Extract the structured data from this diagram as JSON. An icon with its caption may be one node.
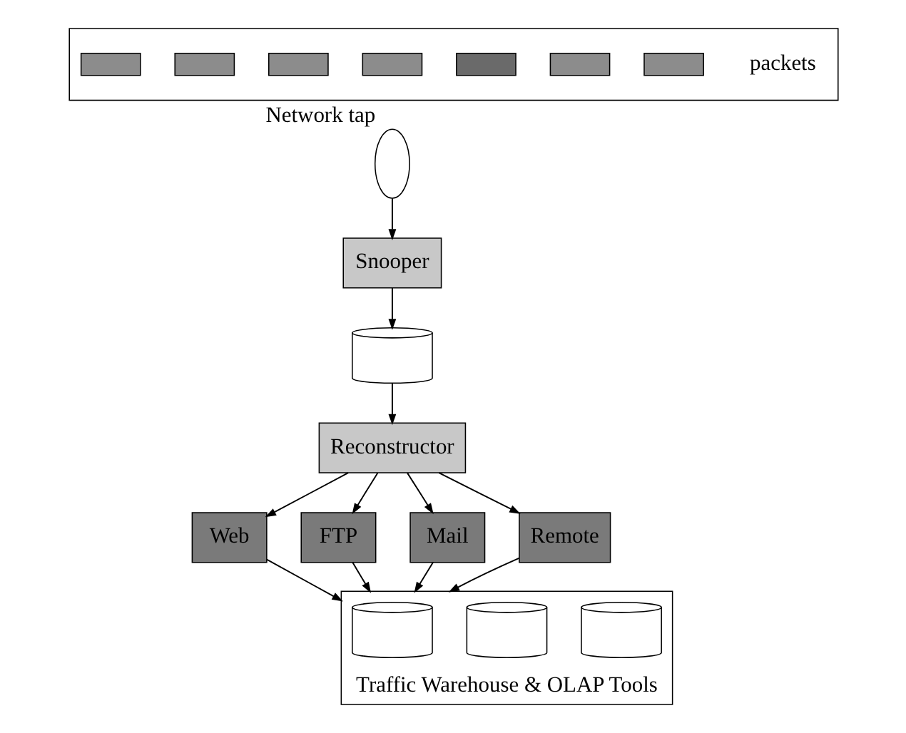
{
  "diagram": {
    "nodes": [
      {
        "text": [],
        "shape": "band",
        "beside": [
          "packets"
        ]
      },
      {
        "text": [],
        "shape": "box",
        "in": 0
      },
      {
        "text": [],
        "shape": "box",
        "in": 0
      },
      {
        "text": [],
        "shape": "box",
        "in": 0
      },
      {
        "text": [],
        "shape": "box",
        "in": 0
      },
      {
        "text": [],
        "shape": "box",
        "in": 0
      },
      {
        "text": [],
        "shape": "box",
        "in": 0
      },
      {
        "text": [],
        "shape": "box",
        "in": 0
      },
      {
        "text": [],
        "shape": "ellipse",
        "beside": [
          "Network tap"
        ]
      },
      {
        "text": [
          "Snooper"
        ]
      },
      {
        "text": [],
        "shape": "cylinder"
      },
      {
        "text": [
          "Reconstructor"
        ]
      },
      {
        "text": [
          "Web"
        ]
      },
      {
        "text": [
          "FTP"
        ]
      },
      {
        "text": [
          "Mail"
        ]
      },
      {
        "text": [
          "Remote"
        ]
      },
      {
        "text": [
          "Traffic Warehouse & OLAP Tools"
        ]
      },
      {
        "text": [],
        "shape": "cylinder",
        "in": 16
      },
      {
        "text": [],
        "shape": "cylinder",
        "in": 16
      },
      {
        "text": [],
        "shape": "cylinder",
        "in": 16
      }
    ],
    "edges": [
      {
        "from": 8,
        "to": 9,
        "arrow": "to"
      },
      {
        "from": 9,
        "to": 10,
        "arrow": "to"
      },
      {
        "from": 10,
        "to": 11,
        "arrow": "to"
      },
      {
        "from": 11,
        "to": 12,
        "arrow": "to"
      },
      {
        "from": 11,
        "to": 13,
        "arrow": "to"
      },
      {
        "from": 11,
        "to": 14,
        "arrow": "to"
      },
      {
        "from": 11,
        "to": 15,
        "arrow": "to"
      },
      {
        "from": 12,
        "to": 16,
        "arrow": "to"
      },
      {
        "from": 13,
        "to": 16,
        "arrow": "to"
      },
      {
        "from": 14,
        "to": 16,
        "arrow": "to"
      },
      {
        "from": 15,
        "to": 16,
        "arrow": "to"
      }
    ]
  }
}
